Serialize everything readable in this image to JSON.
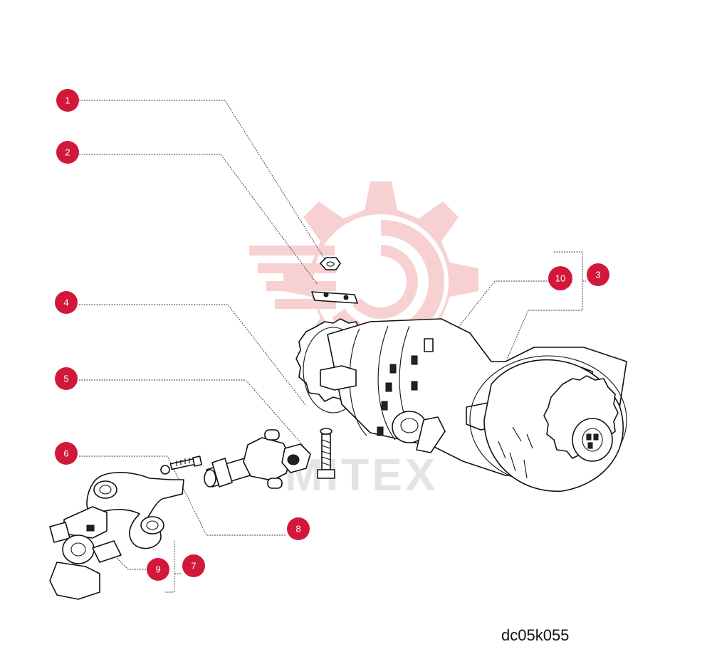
{
  "drawing_code": "dc05k055",
  "watermark": "MITEX",
  "callouts": [
    {
      "id": "1",
      "label": "1"
    },
    {
      "id": "2",
      "label": "2"
    },
    {
      "id": "3",
      "label": "3"
    },
    {
      "id": "4",
      "label": "4"
    },
    {
      "id": "5",
      "label": "5"
    },
    {
      "id": "6",
      "label": "6"
    },
    {
      "id": "7",
      "label": "7"
    },
    {
      "id": "8",
      "label": "8"
    },
    {
      "id": "9",
      "label": "9"
    },
    {
      "id": "10",
      "label": "10"
    }
  ],
  "colors": {
    "callout": "#d2183a",
    "watermark": "#f6c9c9"
  }
}
